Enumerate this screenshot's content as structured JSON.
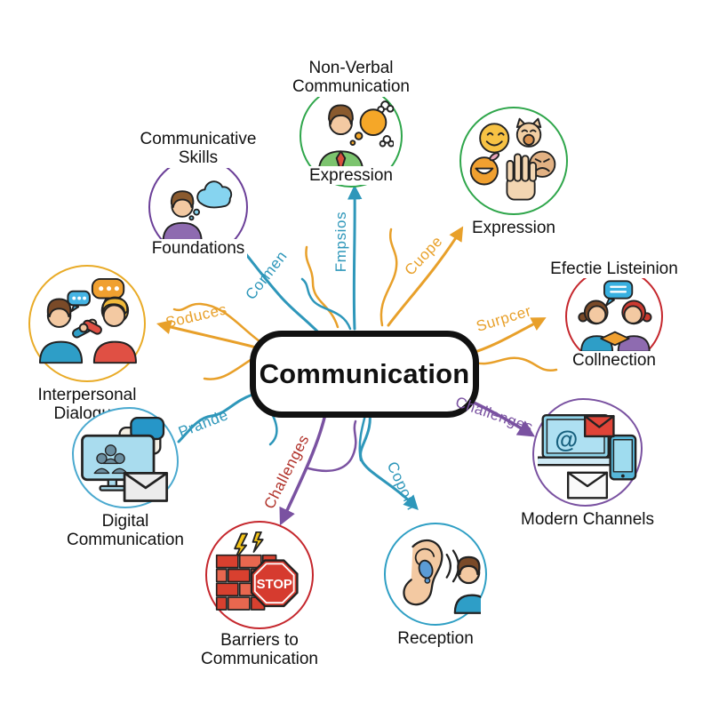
{
  "center": {
    "label": "Communication"
  },
  "nodes": [
    {
      "id": "non-verbal-communication",
      "title": "Non-Verbal\nCommunication",
      "caption": "Expression",
      "ring_color": "#2fa64b"
    },
    {
      "id": "expression-emojis",
      "caption": "Expression",
      "ring_color": "#2fa64b"
    },
    {
      "id": "communicative-skills",
      "title": "Communicative\nSkills",
      "caption": "Foundations",
      "ring_color": "#6b3f98"
    },
    {
      "id": "effective-listening",
      "title": "Efectie Listeinion",
      "caption": "Collnection",
      "ring_color": "#c5272d"
    },
    {
      "id": "interpersonal-dialogue",
      "caption": "Interpersonal\nDialogue",
      "ring_color": "#e9ab27"
    },
    {
      "id": "modern-channels",
      "caption": "Modern Channels",
      "ring_color": "#7a52a1"
    },
    {
      "id": "digital-communication",
      "caption": "Digital\nCommunication",
      "ring_color": "#4aa9cf"
    },
    {
      "id": "barriers-to-communication",
      "caption": "Barriers to\nCommunication",
      "ring_color": "#c5272d",
      "stop_sign_text": "STOP"
    },
    {
      "id": "reception",
      "caption": "Reception",
      "ring_color": "#2f9fc4"
    }
  ],
  "edges": [
    {
      "label": "Cormen",
      "color": "#2e97ba",
      "to": "communicative-skills"
    },
    {
      "label": "Fmpsios",
      "color": "#2e97ba",
      "to": "non-verbal-communication"
    },
    {
      "label": "Cuope",
      "color": "#e8a02a",
      "to": "expression-emojis"
    },
    {
      "label": "Soduces",
      "color": "#e8a02a",
      "to": "interpersonal-dialogue"
    },
    {
      "label": "Surpcer",
      "color": "#e8a02a",
      "to": "effective-listening"
    },
    {
      "label": "Prande",
      "color": "#2e97ba",
      "to": "digital-communication"
    },
    {
      "label": "Challenges",
      "color": "#b03028",
      "to": "barriers-to-communication"
    },
    {
      "label": "Copom",
      "color": "#2e97ba",
      "to": "reception"
    },
    {
      "label": "Challenges",
      "color": "#7a52a1",
      "to": "modern-channels"
    }
  ],
  "icons": {
    "modern_channels_at": "@"
  }
}
